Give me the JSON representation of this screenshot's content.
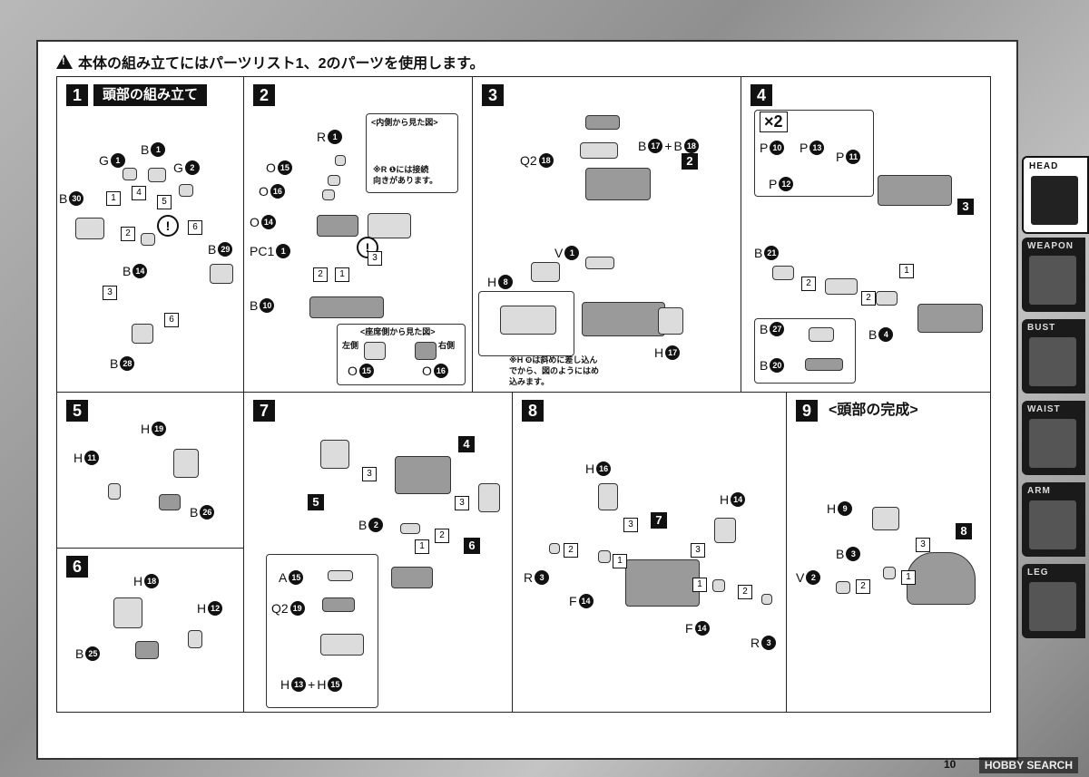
{
  "header_note": "本体の組み立てにはパーツリスト1、2のパーツを使用します。",
  "steps": {
    "s1": {
      "num": "1",
      "title": "頭部の組み立て"
    },
    "s2": {
      "num": "2",
      "inner_title": "<内側から見た図>",
      "note": "※R ❶には接続\n向きがあります。",
      "seat_title": "<座席側から見た図>",
      "left": "左側",
      "right": "右側"
    },
    "s3": {
      "num": "3",
      "note": "※H ❽は斜めに差し込ん\nでから、図のようにはめ\n込みます。"
    },
    "s4": {
      "num": "4",
      "times": "×2"
    },
    "s5": {
      "num": "5"
    },
    "s6": {
      "num": "6"
    },
    "s7": {
      "num": "7"
    },
    "s8": {
      "num": "8"
    },
    "s9": {
      "num": "9",
      "title": "<頭部の完成>"
    }
  },
  "labels": {
    "s1": [
      [
        "G",
        "1"
      ],
      [
        "B",
        "1"
      ],
      [
        "G",
        "2"
      ],
      [
        "B",
        "30"
      ],
      [
        "B",
        "29"
      ],
      [
        "B",
        "14"
      ],
      [
        "B",
        "28"
      ]
    ],
    "s2": [
      [
        "R",
        "1"
      ],
      [
        "O",
        "15"
      ],
      [
        "O",
        "16"
      ],
      [
        "O",
        "14"
      ],
      [
        "PC1",
        "1"
      ],
      [
        "B",
        "10"
      ],
      [
        "O",
        "15"
      ],
      [
        "O",
        "16"
      ]
    ],
    "s3": [
      [
        "B",
        "17"
      ],
      [
        "B",
        "18"
      ],
      [
        "Q2",
        "18"
      ],
      [
        "V",
        "1"
      ],
      [
        "H",
        "8"
      ],
      [
        "H",
        "17"
      ]
    ],
    "s4": [
      [
        "P",
        "10"
      ],
      [
        "P",
        "13"
      ],
      [
        "P",
        "11"
      ],
      [
        "P",
        "12"
      ],
      [
        "B",
        "21"
      ],
      [
        "B",
        "27"
      ],
      [
        "B",
        "20"
      ],
      [
        "B",
        "4"
      ]
    ],
    "s5": [
      [
        "H",
        "19"
      ],
      [
        "H",
        "11"
      ],
      [
        "B",
        "26"
      ]
    ],
    "s6": [
      [
        "H",
        "18"
      ],
      [
        "H",
        "12"
      ],
      [
        "B",
        "25"
      ]
    ],
    "s7": [
      [
        "B",
        "2"
      ],
      [
        "A",
        "15"
      ],
      [
        "Q2",
        "19"
      ],
      [
        "H",
        "13"
      ],
      [
        "H",
        "15"
      ]
    ],
    "s8": [
      [
        "H",
        "16"
      ],
      [
        "H",
        "14"
      ],
      [
        "R",
        "3"
      ],
      [
        "F",
        "14"
      ],
      [
        "F",
        "14"
      ],
      [
        "R",
        "3"
      ]
    ],
    "s9": [
      [
        "H",
        "9"
      ],
      [
        "B",
        "3"
      ],
      [
        "V",
        "2"
      ]
    ]
  },
  "plus": "+",
  "tabs": [
    "HEAD",
    "WEAPON",
    "BUST",
    "WAIST",
    "ARM",
    "LEG"
  ],
  "watermark": "HOBBY SEARCH",
  "page": "10"
}
